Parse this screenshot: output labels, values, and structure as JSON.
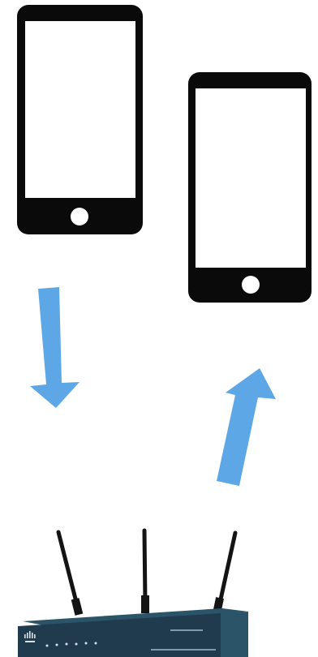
{
  "diagram": {
    "nodes": [
      {
        "id": "phone-sender",
        "kind": "smartphone",
        "icon": "smartphone-icon"
      },
      {
        "id": "phone-receiver",
        "kind": "smartphone",
        "icon": "smartphone-icon"
      },
      {
        "id": "router",
        "kind": "wireless-router",
        "icon": "router-icon"
      }
    ],
    "edges": [
      {
        "from": "phone-sender",
        "to": "router",
        "direction": "down"
      },
      {
        "from": "router",
        "to": "phone-receiver",
        "direction": "up"
      }
    ]
  },
  "colors": {
    "background": "#ffffff",
    "phone_body": "#0a0a0a",
    "phone_screen": "#ffffff",
    "arrow": "#5ea7e6",
    "router_body": "#1f3b4d",
    "router_front": "#2c5468",
    "antenna": "#141414"
  }
}
